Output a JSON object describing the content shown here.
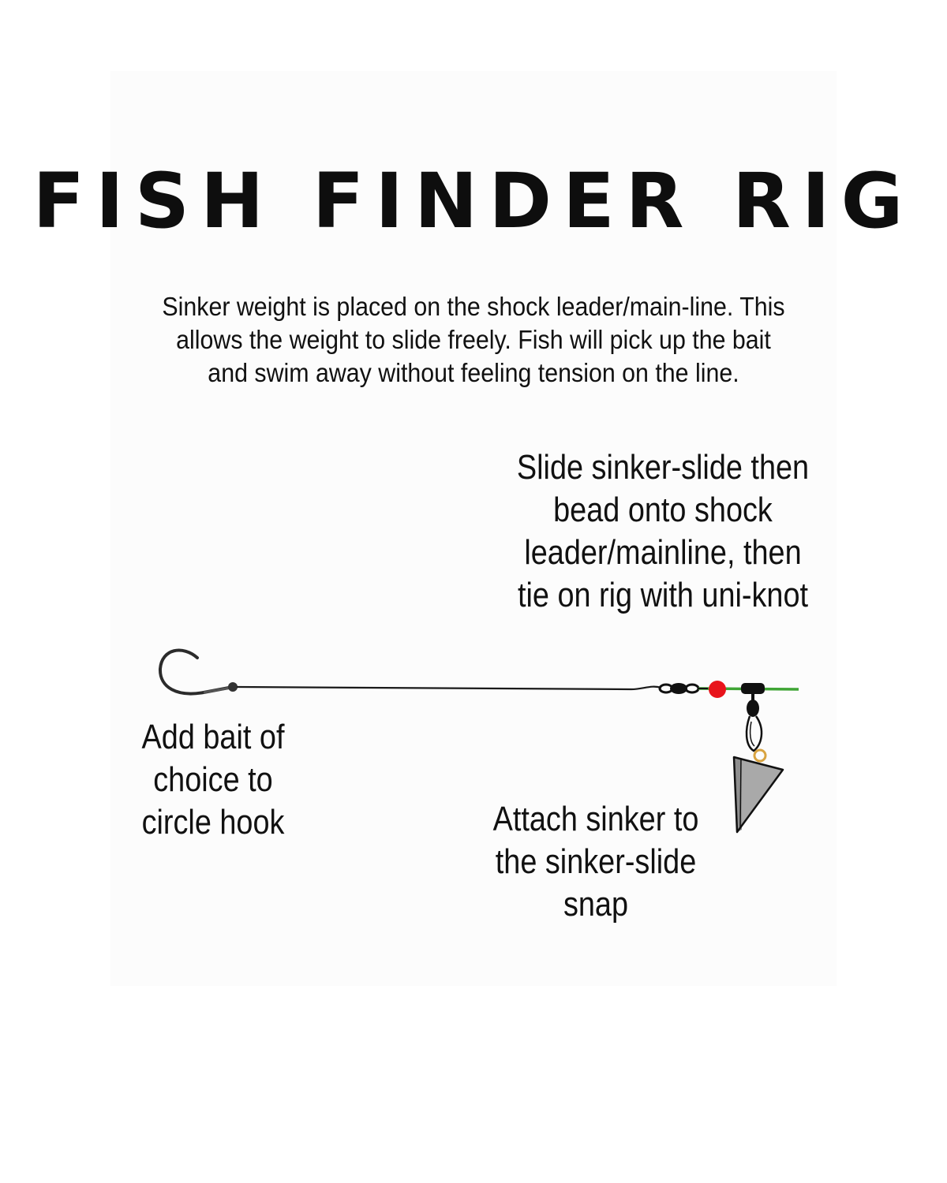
{
  "title": "FISH FINDER RIG",
  "intro": "Sinker weight is placed on the shock leader/main-line. This allows the weight to slide freely. Fish will pick up the bait and swim away without feeling tension on the line.",
  "labels": {
    "sinker_slide": "Slide sinker-slide then\nbead onto shock\nleader/mainline, then\ntie on rig with uni-knot",
    "bait": "Add bait of\nchoice to\ncircle hook",
    "attach": "Attach sinker to\nthe sinker-slide\nsnap"
  },
  "colors": {
    "leader": "#1a1a1a",
    "mainline": "#3fa535",
    "bead": "#e8141b",
    "sinker": "#a9a9a9",
    "ring": "#d9a441"
  }
}
